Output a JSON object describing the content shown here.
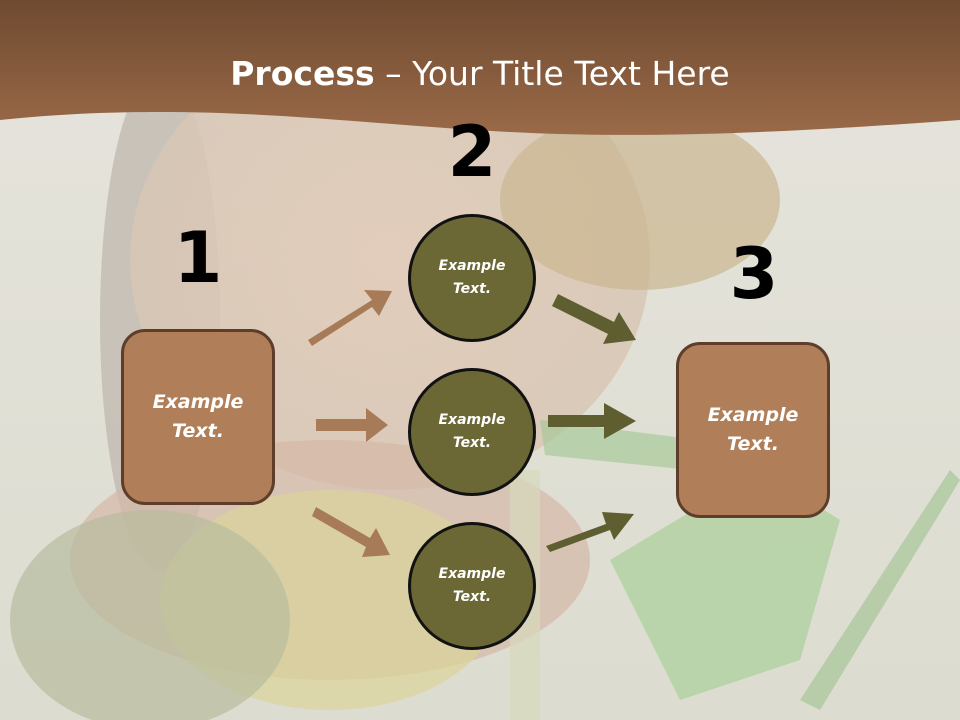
{
  "title": {
    "bold": "Process",
    "rest": " – Your Title Text Here"
  },
  "steps": {
    "one": "1",
    "two": "2",
    "three": "3"
  },
  "nodes": {
    "left_box": {
      "line1": "Example",
      "line2": "Text."
    },
    "circle_top": {
      "line1": "Example",
      "line2": "Text."
    },
    "circle_mid": {
      "line1": "Example",
      "line2": "Text."
    },
    "circle_bottom": {
      "line1": "Example",
      "line2": "Text."
    },
    "right_box": {
      "line1": "Example",
      "line2": "Text."
    }
  },
  "colors": {
    "banner": "#8a5a3a",
    "box_fill": "#b07f59",
    "circle_fill": "#6b6836",
    "arrow_brown": "#a87b58",
    "arrow_olive": "#5f5e30"
  }
}
